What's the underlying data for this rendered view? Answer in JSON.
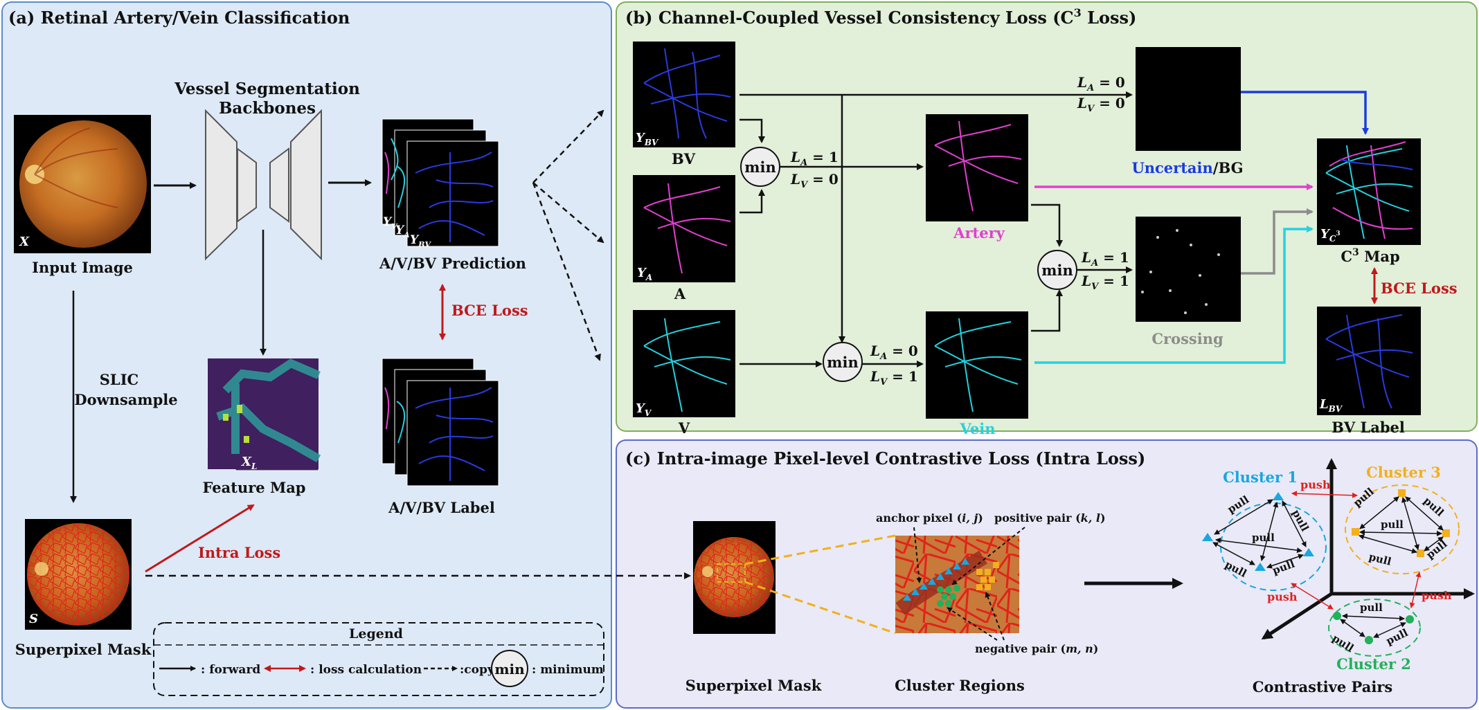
{
  "panels": {
    "a": {
      "title": "(a) Retinal Artery/Vein Classification"
    },
    "b": {
      "title": "(b) Channel-Coupled Vessel Consistency Loss (C",
      "title_sup": "3",
      "title_end": " Loss)"
    },
    "c": {
      "title": "(c) Intra-image Pixel-level Contrastive Loss (Intra Loss)"
    }
  },
  "panel_a": {
    "input_image_label": "Input Image",
    "input_image_symbol": "X",
    "backbone_label_1": "Vessel Segmentation",
    "backbone_label_2": "Backbones",
    "prediction_label": "A/V/BV Prediction",
    "pred_stack_labels": [
      "Y",
      "Y",
      "Y"
    ],
    "pred_stack_subs": [
      "V",
      "A",
      "BV"
    ],
    "bce_loss": "BCE Loss",
    "label_stack_label": "A/V/BV Label",
    "slic_1": "SLIC",
    "slic_2": "Downsample",
    "feature_map_label": "Feature Map",
    "feature_map_symbol": "X",
    "feature_map_sub": "L",
    "intra_loss": "Intra Loss",
    "superpixel_label": "Superpixel Mask",
    "superpixel_symbol": "S"
  },
  "legend": {
    "title": "Legend",
    "forward": ": forward",
    "loss": ": loss calculation",
    "copy": ":copy",
    "min": "min",
    "minimum": ": minimum"
  },
  "panel_b": {
    "bv_label": "BV",
    "bv_sym": "Y",
    "bv_sub": "BV",
    "a_label": "A",
    "a_sym": "Y",
    "a_sub": "A",
    "v_label": "V",
    "v_sym": "Y",
    "v_sub": "V",
    "min": "min",
    "la1_lv0": [
      "L",
      "A",
      " = 1",
      "L",
      "V",
      " = 0"
    ],
    "la0_lv1": [
      "L",
      "A",
      " = 0",
      "L",
      "V",
      " = 1"
    ],
    "la0_lv0": [
      "L",
      "A",
      " = 0",
      "L",
      "V",
      " = 0"
    ],
    "la1_lv1": [
      "L",
      "A",
      " = 1",
      "L",
      "V",
      " = 1"
    ],
    "artery": "Artery",
    "vein": "Vein",
    "crossing": "Crossing",
    "uncertain": "Uncertain",
    "bg": "/BG",
    "c3_map": "C",
    "c3_map_sup": "3",
    "c3_map_end": " Map",
    "c3_sym": "Y",
    "c3_sub": "C",
    "c3_subsup": "3",
    "bce_loss": "BCE Loss",
    "bv_gt_label": "BV Label",
    "bv_gt_sym": "L",
    "bv_gt_sub": "BV"
  },
  "panel_c": {
    "superpixel_label": "Superpixel Mask",
    "cluster_regions_label": "Cluster Regions",
    "contrastive_pairs_label": "Contrastive Pairs",
    "anchor": "anchor pixel (",
    "anchor_ij": "i, j",
    "positive": "positive pair (",
    "positive_kl": "k, l",
    "negative": "negative pair (",
    "negative_mn": "m, n",
    "close_paren": ")",
    "cluster1": "Cluster 1",
    "cluster2": "Cluster 2",
    "cluster3": "Cluster 3",
    "pull": "pull",
    "push": "push"
  },
  "colors": {
    "panel_a_bg": "#dde9f6",
    "panel_b_bg": "#e2efd9",
    "panel_c_bg": "#e9e9f7",
    "artery": "#e23fd0",
    "vein": "#22d3e0",
    "uncertain": "#1a3be0",
    "crossing": "#8c8c8c",
    "loss_red": "#c0191b",
    "cluster1": "#1aa6e0",
    "cluster2": "#23b05a",
    "cluster3": "#f2b01c"
  }
}
